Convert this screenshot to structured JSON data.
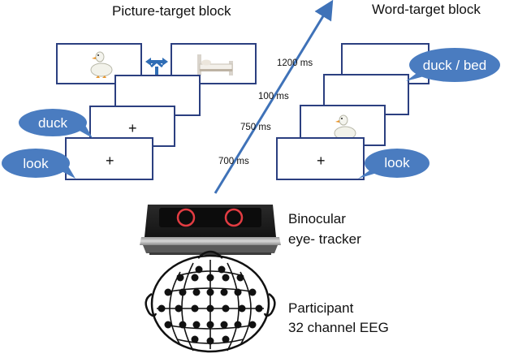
{
  "titles": {
    "picture_block": "Picture-target block",
    "word_block": "Word-target block"
  },
  "timings": {
    "t1": "1200 ms",
    "t2": "100 ms",
    "t3": "750 ms",
    "t4": "700 ms"
  },
  "left_bubbles": {
    "duck": "duck",
    "look": "look"
  },
  "right_bubbles": {
    "duck_bed": "duck / bed",
    "look": "look"
  },
  "fixation": "+",
  "tracker_label": {
    "line1": "Binocular",
    "line2": "eye- tracker"
  },
  "participant_label": {
    "line1": "Participant",
    "line2": "32 channel EEG"
  },
  "colors": {
    "screen_border": "#2b3f80",
    "bubble_fill": "#4a7cc0",
    "arrow": "#3f72b8",
    "tracker_ring": "#e23c42"
  }
}
